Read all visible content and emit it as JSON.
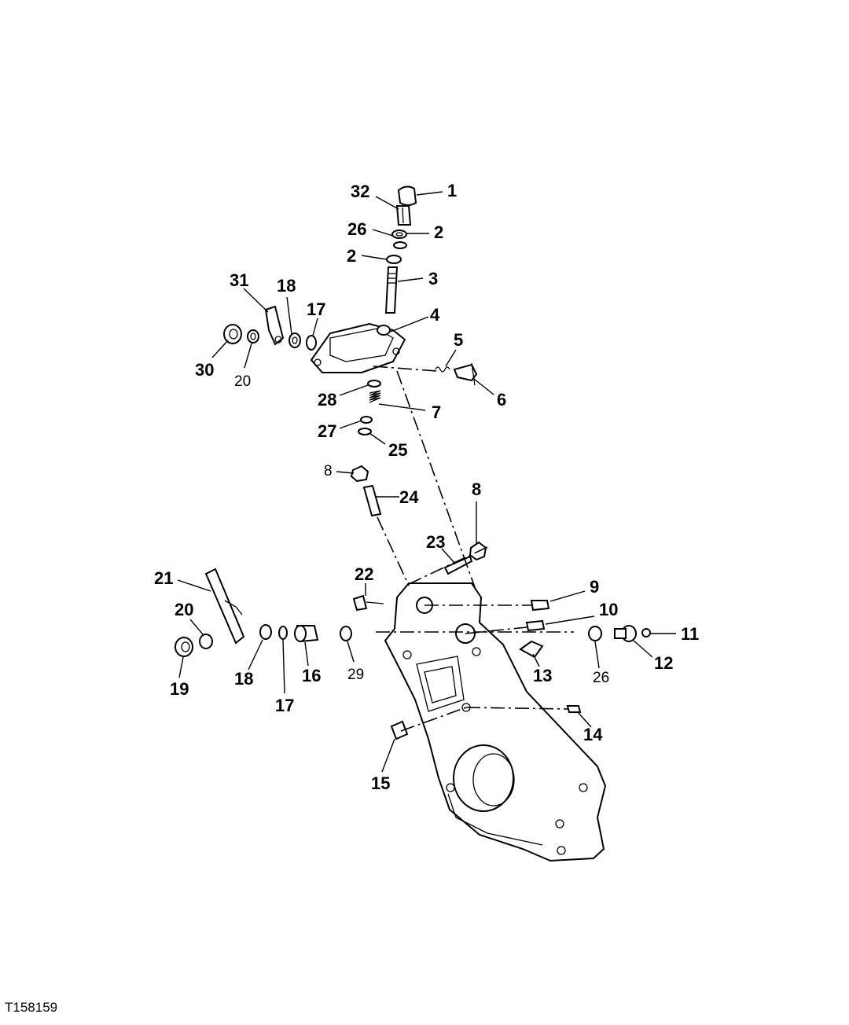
{
  "diagram": {
    "figure_id": "T158159",
    "callouts": {
      "c1": "1",
      "c32": "32",
      "c26a": "26",
      "c2a": "2",
      "c2b": "2",
      "c3": "3",
      "c31": "31",
      "c18a": "18",
      "c17a": "17",
      "c4": "4",
      "c5": "5",
      "c30": "30",
      "c20a": "20",
      "c6": "6",
      "c28": "28",
      "c7": "7",
      "c27": "27",
      "c25": "25",
      "c8a": "8",
      "c24": "24",
      "c8b": "8",
      "c23": "23",
      "c21": "21",
      "c22": "22",
      "c9": "9",
      "c10": "10",
      "c20b": "20",
      "c11": "11",
      "c18b": "18",
      "c16": "16",
      "c29": "29",
      "c13": "13",
      "c26b": "26",
      "c12": "12",
      "c19": "19",
      "c17b": "17",
      "c14": "14",
      "c15": "15"
    }
  }
}
